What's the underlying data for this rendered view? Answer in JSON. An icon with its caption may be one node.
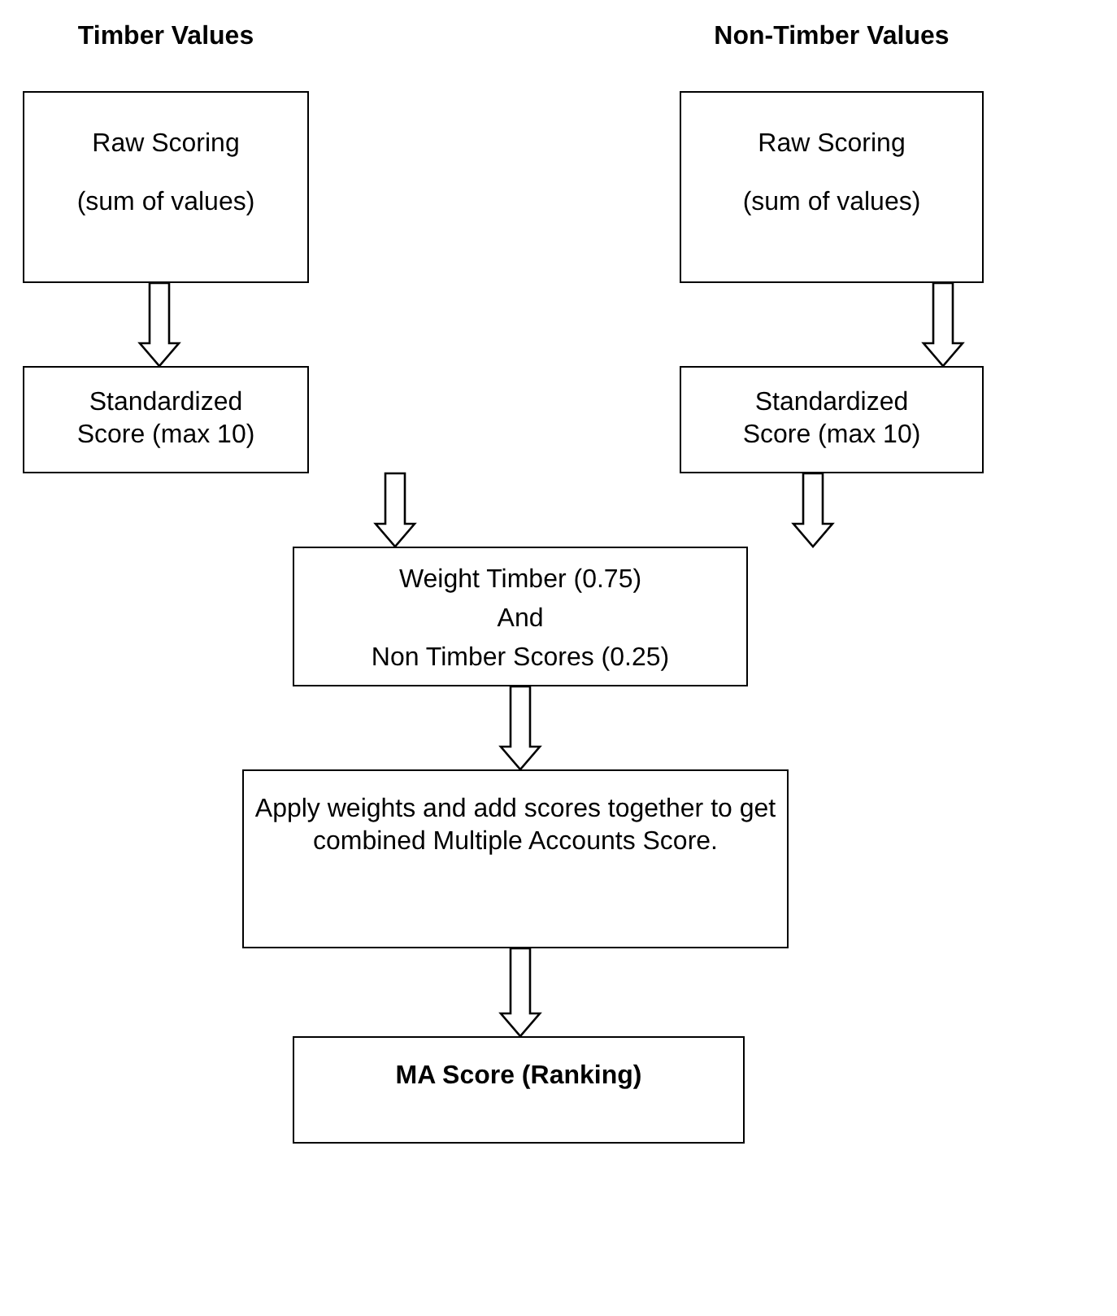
{
  "diagram": {
    "nodes": [
      {
        "text": [
          "Timber Values",
          "Raw Scoring",
          "(sum of values)"
        ]
      },
      {
        "text": [
          "Non-Timber Values",
          "Raw Scoring",
          "(sum of values)"
        ]
      },
      {
        "text": [
          "Standardized Score (max 10)"
        ]
      },
      {
        "text": [
          "Standardized Score (max 10)"
        ]
      },
      {
        "text": [
          "Weight Timber (0.75)",
          "And",
          "Non Timber Scores (0.25)"
        ]
      },
      {
        "text": [
          "Apply weights and add scores together to get combined Multiple Accounts Score."
        ]
      },
      {
        "text": [
          "MA Score (Ranking)"
        ]
      }
    ],
    "edges": [
      {
        "from": 0,
        "to": 2,
        "arrow": "to"
      },
      {
        "from": 1,
        "to": 3,
        "arrow": "to"
      },
      {
        "from": 2,
        "to": 4,
        "arrow": "to"
      },
      {
        "from": 3,
        "to": 4,
        "arrow": "to"
      },
      {
        "from": 4,
        "to": 5,
        "arrow": "to"
      },
      {
        "from": 5,
        "to": 6,
        "arrow": "to"
      }
    ]
  }
}
